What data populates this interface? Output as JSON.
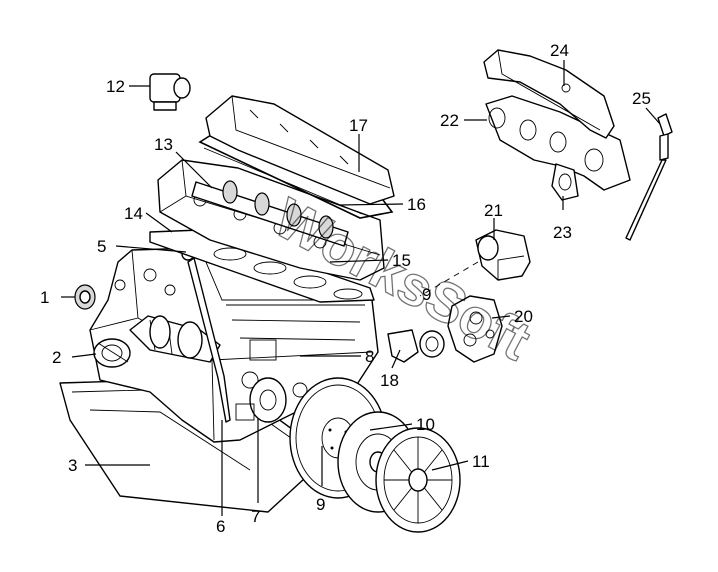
{
  "watermark": "WorksSoft",
  "labels": [
    {
      "id": "1",
      "text": "1"
    },
    {
      "id": "2",
      "text": "2"
    },
    {
      "id": "3",
      "text": "3"
    },
    {
      "id": "5",
      "text": "5"
    },
    {
      "id": "6",
      "text": "6"
    },
    {
      "id": "7",
      "text": "7"
    },
    {
      "id": "8",
      "text": "8"
    },
    {
      "id": "9a",
      "text": "9"
    },
    {
      "id": "9b",
      "text": "9"
    },
    {
      "id": "10",
      "text": "10"
    },
    {
      "id": "11",
      "text": "11"
    },
    {
      "id": "12",
      "text": "12"
    },
    {
      "id": "13",
      "text": "13"
    },
    {
      "id": "14",
      "text": "14"
    },
    {
      "id": "15",
      "text": "15"
    },
    {
      "id": "16",
      "text": "16"
    },
    {
      "id": "17",
      "text": "17"
    },
    {
      "id": "18",
      "text": "18"
    },
    {
      "id": "20",
      "text": "20"
    },
    {
      "id": "21",
      "text": "21"
    },
    {
      "id": "22",
      "text": "22"
    },
    {
      "id": "23",
      "text": "23"
    },
    {
      "id": "24",
      "text": "24"
    },
    {
      "id": "25",
      "text": "25"
    }
  ]
}
